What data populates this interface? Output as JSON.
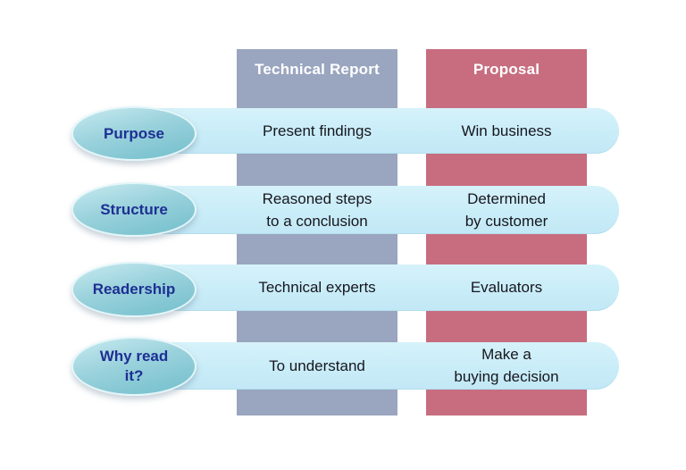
{
  "columns": [
    {
      "header": "Technical Report"
    },
    {
      "header": "Proposal"
    }
  ],
  "rows": [
    {
      "label": "Purpose",
      "technical_report": "Present findings",
      "proposal": "Win business"
    },
    {
      "label": "Structure",
      "technical_report": "Reasoned steps\nto a conclusion",
      "proposal": "Determined\nby customer"
    },
    {
      "label": "Readership",
      "technical_report": "Technical experts",
      "proposal": "Evaluators"
    },
    {
      "label": "Why read\nit?",
      "technical_report": "To understand",
      "proposal": "Make a\nbuying decision"
    }
  ],
  "colors": {
    "background": "#FFFFFF",
    "column_technical_report": "#9AA5BF",
    "column_proposal": "#C76D7F",
    "header_text": "#FFFFFF",
    "row_band": "#C9EDF8",
    "oval_gradient_top": "#C8EAF0",
    "oval_gradient_bottom": "#72BECC",
    "oval_label_text": "#1E2F93",
    "cell_text": "#16161E"
  }
}
